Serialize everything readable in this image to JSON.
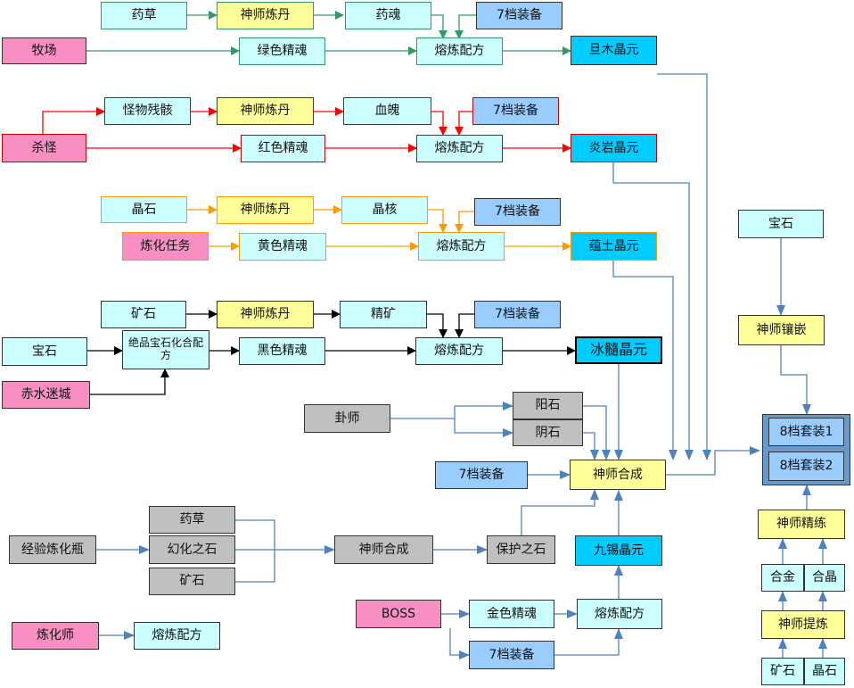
{
  "colors": {
    "pink": "#f78fc3",
    "cyan": "#ccffff",
    "yellow": "#ffff99",
    "blue": "#99ccff",
    "sky": "#00ccff",
    "gray": "#c0c0c0",
    "green_arrow": "#339966",
    "red_arrow": "#ff0000",
    "orange_arrow": "#ff9900",
    "black_arrow": "#000000",
    "blue_arrow": "#4f81bd"
  },
  "nodes": {
    "g_herb": "药草",
    "g_alchemy": "神师炼丹",
    "g_soul": "药魂",
    "g_equip": "7档装备",
    "g_ranch": "牧场",
    "g_green_soul": "绿色精魂",
    "g_formula": "熔炼配方",
    "g_crystal": "旦木晶元",
    "r_remains": "怪物残骸",
    "r_alchemy": "神师炼丹",
    "r_soul": "血魄",
    "r_equip": "7档装备",
    "r_kill": "杀怪",
    "r_red_soul": "红色精魂",
    "r_formula": "熔炼配方",
    "r_crystal": "炎岩晶元",
    "o_stone": "晶石",
    "o_alchemy": "神师炼丹",
    "o_core": "晶核",
    "o_equip": "7档装备",
    "o_task": "炼化任务",
    "o_yellow_soul": "黄色精魂",
    "o_formula": "熔炼配方",
    "o_crystal": "蕴土晶元",
    "b_ore": "矿石",
    "b_alchemy": "神师炼丹",
    "b_fine_ore": "精矿",
    "b_equip": "7档装备",
    "b_gem": "宝石",
    "b_gem_combine": "绝品宝石化合配方",
    "b_black_soul": "黑色精魂",
    "b_formula": "熔炼配方",
    "b_crystal": "冰髓晶元",
    "b_city": "赤水迷城",
    "c_diviner": "卦师",
    "c_yang": "阳石",
    "c_yin": "阴石",
    "c_equip": "7档装备",
    "c_synth": "神师合成",
    "l_exp_bottle": "经验炼化瓶",
    "l_herb": "药草",
    "l_illusion": "幻化之石",
    "l_ore": "矿石",
    "l_synth": "神师合成",
    "l_protect": "保护之石",
    "l_refiner": "炼化师",
    "l_formula": "熔炼配方",
    "k_nine_tin": "九锡晶元",
    "k_boss": "BOSS",
    "k_gold_soul": "金色精魂",
    "k_formula": "熔炼配方",
    "k_equip": "7档装备",
    "s_gem": "宝石",
    "s_inlay": "神师镶嵌",
    "s_set1": "8档套装1",
    "s_set2": "8档套装2",
    "s_refine": "神师精练",
    "s_alloy": "合金",
    "s_compound": "合晶",
    "s_extract": "神师提炼",
    "s_ore": "矿石",
    "s_crystal_stone": "晶石"
  }
}
